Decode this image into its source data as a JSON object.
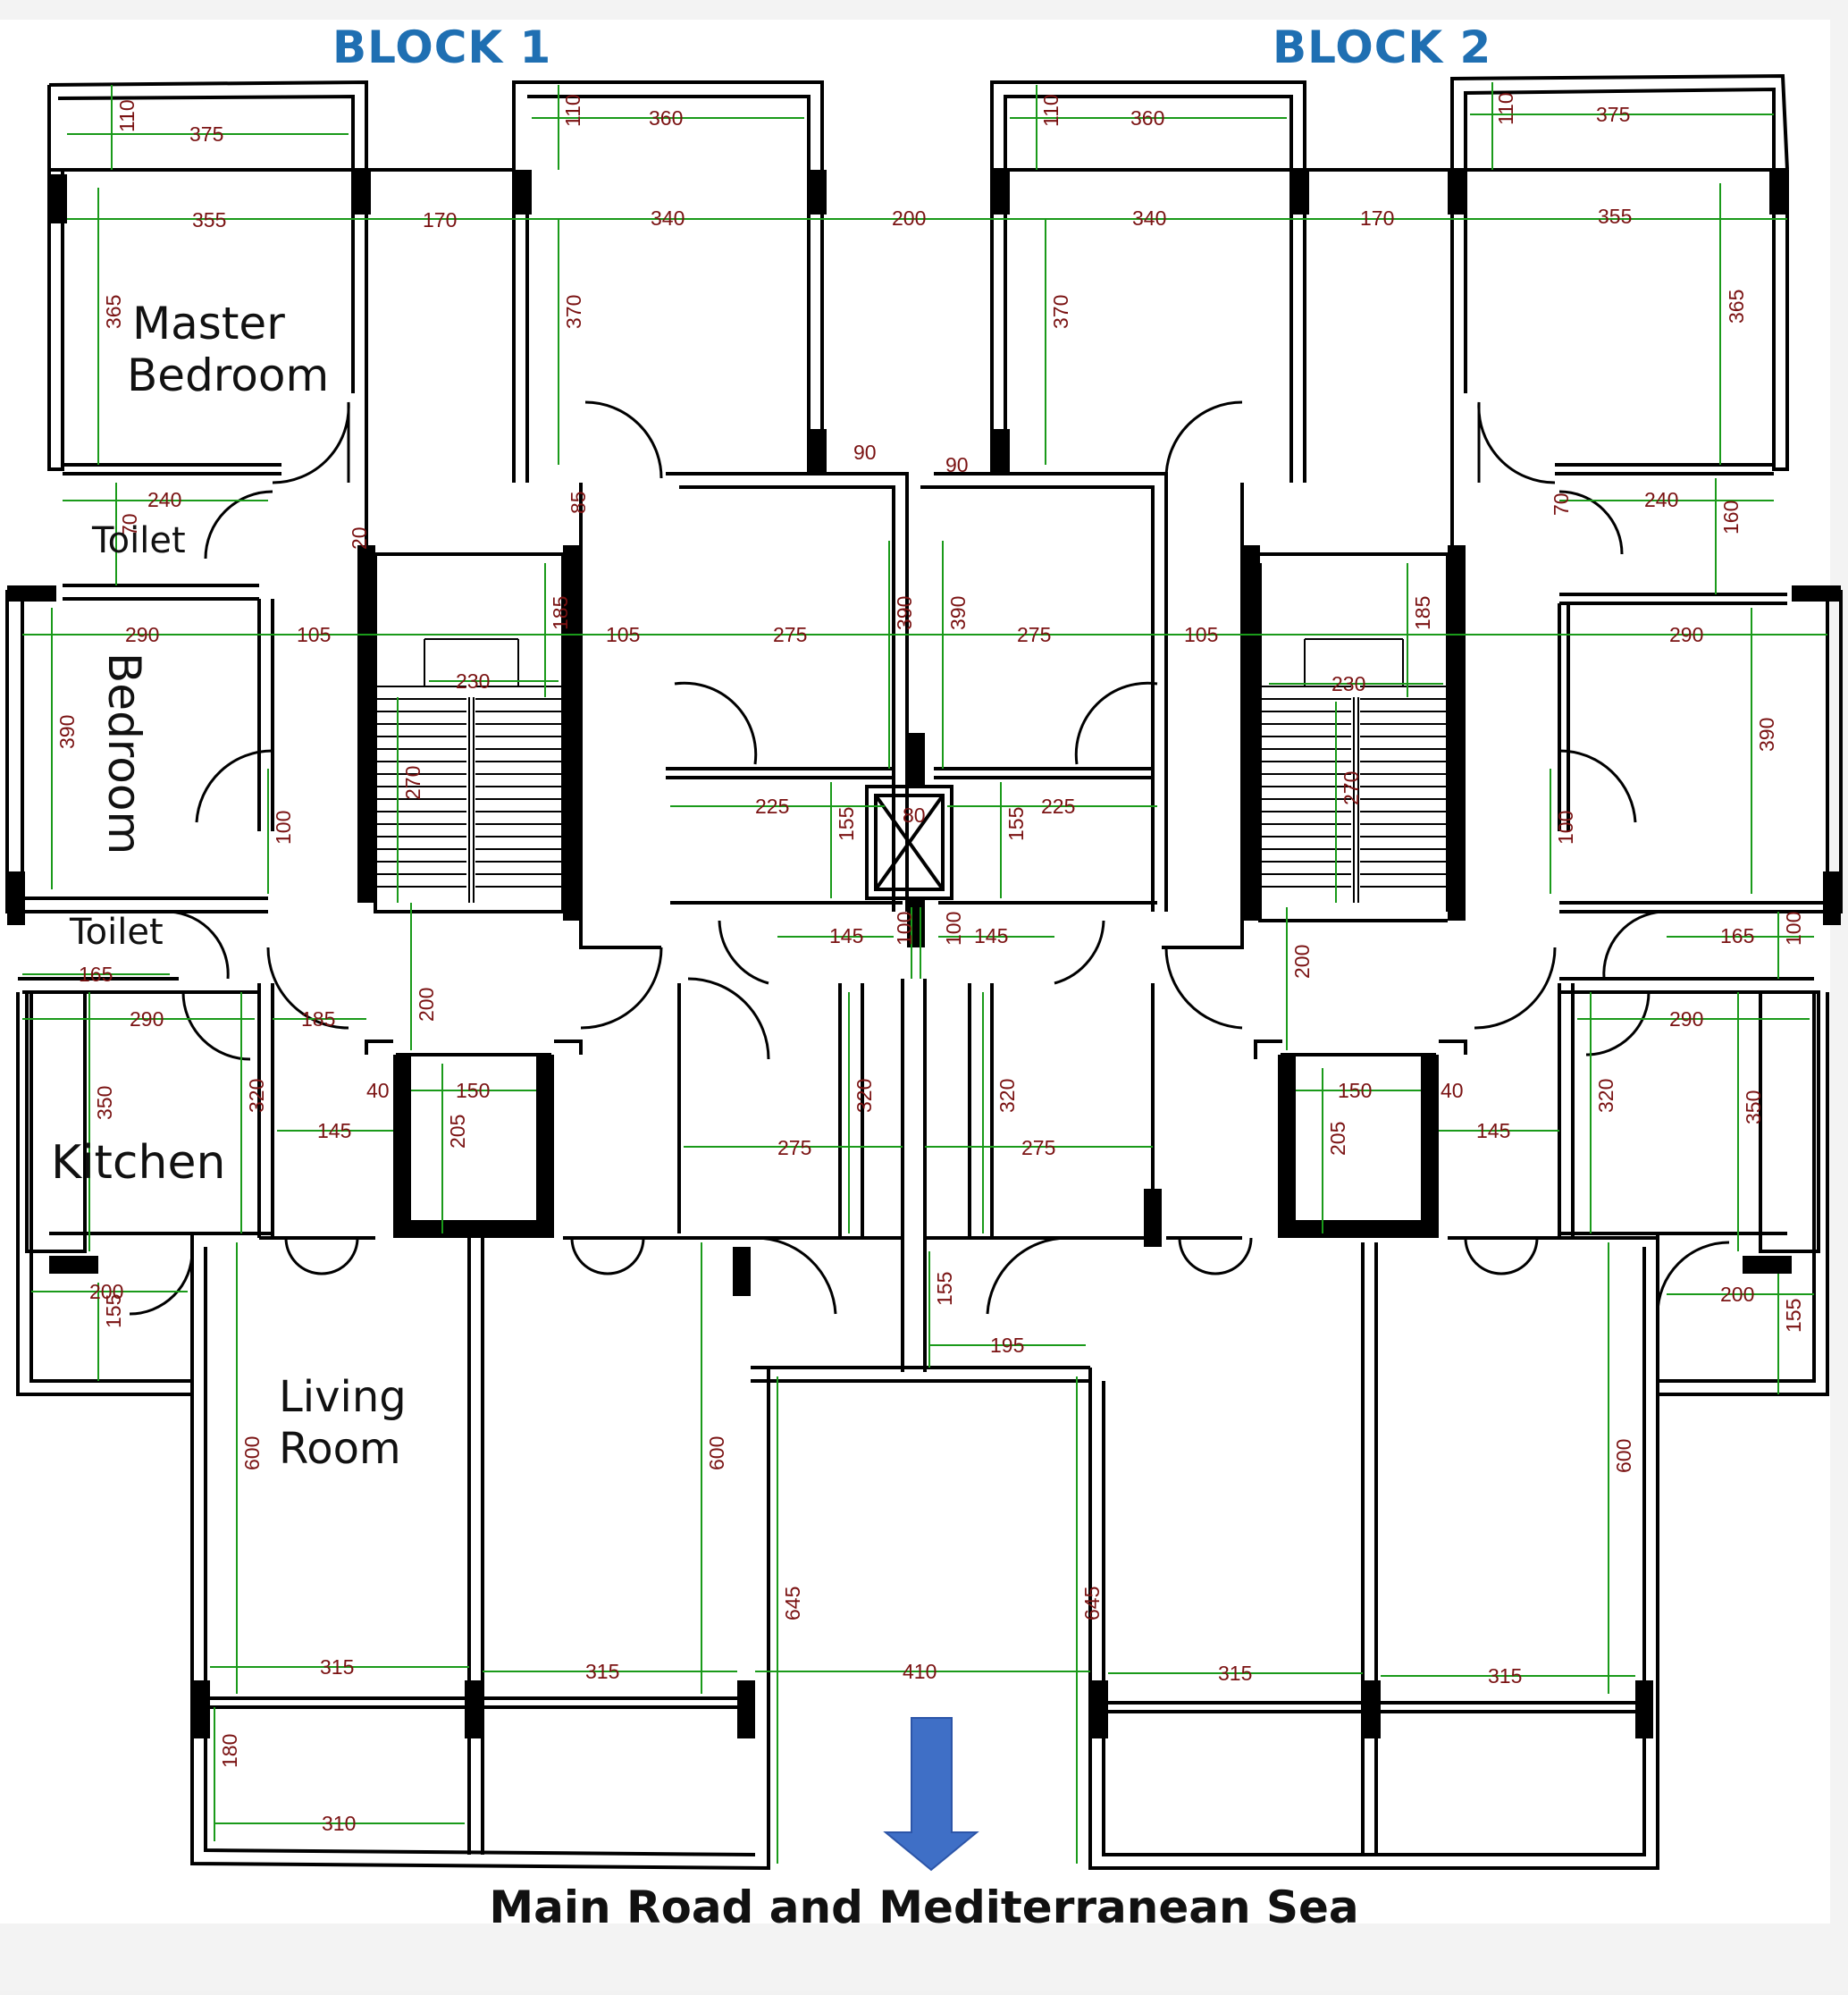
{
  "blocks": {
    "block1": "BLOCK 1",
    "block2": "BLOCK 2"
  },
  "rooms": {
    "master_bedroom_line1": "Master",
    "master_bedroom_line2": "Bedroom",
    "toilet_upper": "Toilet",
    "bedroom": "Bedroom",
    "toilet_lower": "Toilet",
    "kitchen": "Kitchen",
    "living_room_line1": "Living",
    "living_room_line2": "Room"
  },
  "caption": "Main Road and Mediterranean Sea",
  "colors": {
    "block_label": "#1f6fb2",
    "dimension_line": "#1a9a1a",
    "dimension_text": "#7a1212",
    "arrow": "#3f6fc6",
    "wall": "#000000"
  },
  "dimensions": {
    "d375a": "375",
    "d110a": "110",
    "d360a": "360",
    "d110b": "110",
    "d360b": "360",
    "d110c": "110",
    "d375b": "375",
    "d110d": "110",
    "d355a": "355",
    "d170a": "170",
    "d340a": "340",
    "d200a": "200",
    "d340b": "340",
    "d170b": "170",
    "d355b": "355",
    "d365a": "365",
    "d370a": "370",
    "d370b": "370",
    "d365b": "365",
    "d90a": "90",
    "d90b": "90",
    "d240a": "240",
    "d240b": "240",
    "d70a": "70",
    "d70b": "70",
    "d160a": "160",
    "d85a": "85",
    "d20a": "20",
    "d290a": "290",
    "d105a": "105",
    "d105b": "105",
    "d275a": "275",
    "d390a": "390",
    "d390b": "390",
    "d275b": "275",
    "d105c": "105",
    "d290b": "290",
    "d185a": "185",
    "d185b": "185",
    "d230a": "230",
    "d230b": "230",
    "d390c": "390",
    "d390d": "390",
    "d270a": "270",
    "d270b": "270",
    "d225a": "225",
    "d155a": "155",
    "d80a": "80",
    "d155b": "155",
    "d225b": "225",
    "d100a": "100",
    "d100b": "100",
    "d100c": "100",
    "d100d": "100",
    "d100e": "100",
    "d145a": "145",
    "d145b": "145",
    "d165a": "165",
    "d165b": "165",
    "d290c": "290",
    "d185c": "185",
    "d200b": "200",
    "d200c": "200",
    "d290d": "290",
    "d320a": "320",
    "d320b": "320",
    "d320c": "320",
    "d320d": "320",
    "d40a": "40",
    "d150a": "150",
    "d150b": "150",
    "d40b": "40",
    "d145c": "145",
    "d145d": "145",
    "d205a": "205",
    "d205b": "205",
    "d350a": "350",
    "d350b": "350",
    "d275c": "275",
    "d275d": "275",
    "d200d": "200",
    "d200e": "200",
    "d155c": "155",
    "d155d": "155",
    "d155e": "155",
    "d195a": "195",
    "d600a": "600",
    "d600b": "600",
    "d600c": "600",
    "d645a": "645",
    "d645b": "645",
    "d315a": "315",
    "d315b": "315",
    "d410a": "410",
    "d315c": "315",
    "d315d": "315",
    "d180a": "180",
    "d310a": "310"
  }
}
